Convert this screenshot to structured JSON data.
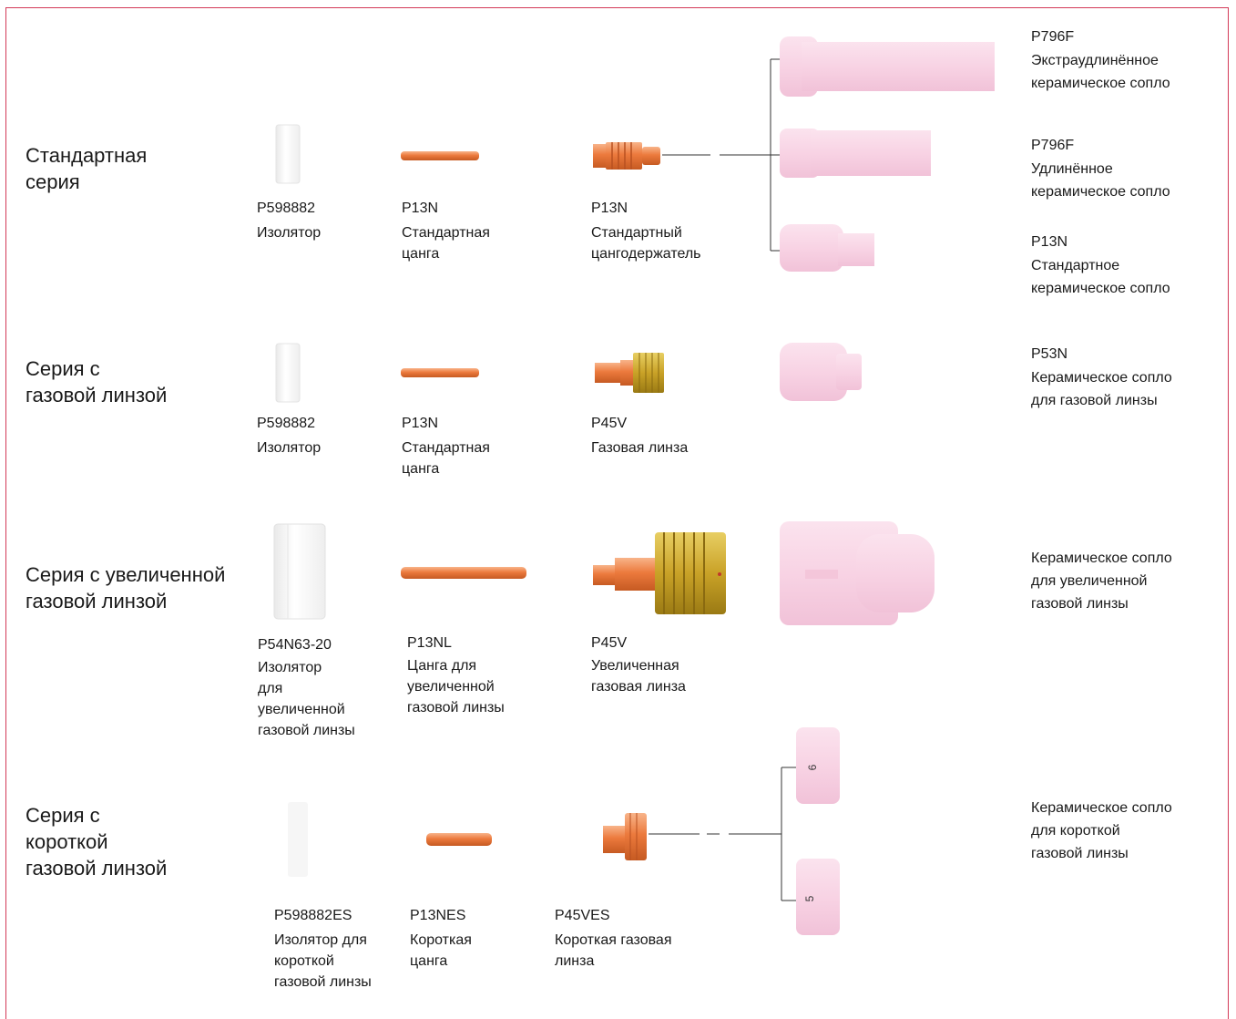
{
  "colors": {
    "frame": "#d33a57",
    "ceramic": "#f7d2e2",
    "copper": "#ec7a3d",
    "brass": "#c9a227",
    "insulator": "#f4f4f4",
    "line": "#333333"
  },
  "rows": [
    {
      "series": "Стандартная\nсерия",
      "parts": [
        {
          "code": "P598882",
          "desc": "Изолятор"
        },
        {
          "code": "P13N",
          "desc": "Стандартная\nцанга"
        },
        {
          "code": "P13N",
          "desc": "Стандартный\nцангодержатель"
        }
      ]
    },
    {
      "series": "Серия с\nгазовой линзой",
      "parts": [
        {
          "code": "P598882",
          "desc": "Изолятор"
        },
        {
          "code": "P13N",
          "desc": "Стандартная\nцанга"
        },
        {
          "code": "P45V",
          "desc": "Газовая линза"
        }
      ]
    },
    {
      "series": "Серия с увеличенной\nгазовой линзой",
      "parts": [
        {
          "code": "P54N63-20",
          "desc": "Изолятор\nдля\nувеличенной\nгазовой линзы"
        },
        {
          "code": "P13NL",
          "desc": "Цанга для\nувеличенной\nгазовой линзы"
        },
        {
          "code": "P45V",
          "desc": "Увеличенная\nгазовая линза"
        }
      ]
    },
    {
      "series": "Серия с\nкороткой\nгазовой линзой",
      "parts": [
        {
          "code": "P598882ES",
          "desc": "Изолятор для\nкороткой\nгазовой линзы"
        },
        {
          "code": "P13NES",
          "desc": "Короткая\nцанга"
        },
        {
          "code": "P45VES",
          "desc": "Короткая газовая\nлинза"
        }
      ]
    }
  ],
  "nozzles": [
    {
      "code": "P796F",
      "desc": "Экстраудлинённое\nкерамическое сопло"
    },
    {
      "code": "P796F",
      "desc": "Удлинённое\nкерамическое сопло"
    },
    {
      "code": "P13N",
      "desc": "Стандартное\nкерамическое сопло"
    },
    {
      "code": "P53N",
      "desc": "Керамическое сопло\nдля газовой линзы"
    },
    {
      "code": "",
      "desc": "Керамическое сопло\nдля увеличенной\nгазовой линзы"
    },
    {
      "code": "",
      "desc": "Керамическое сопло\nдля короткой\nгазовой линзы"
    }
  ],
  "nozzle_marks": [
    "6",
    "5"
  ]
}
